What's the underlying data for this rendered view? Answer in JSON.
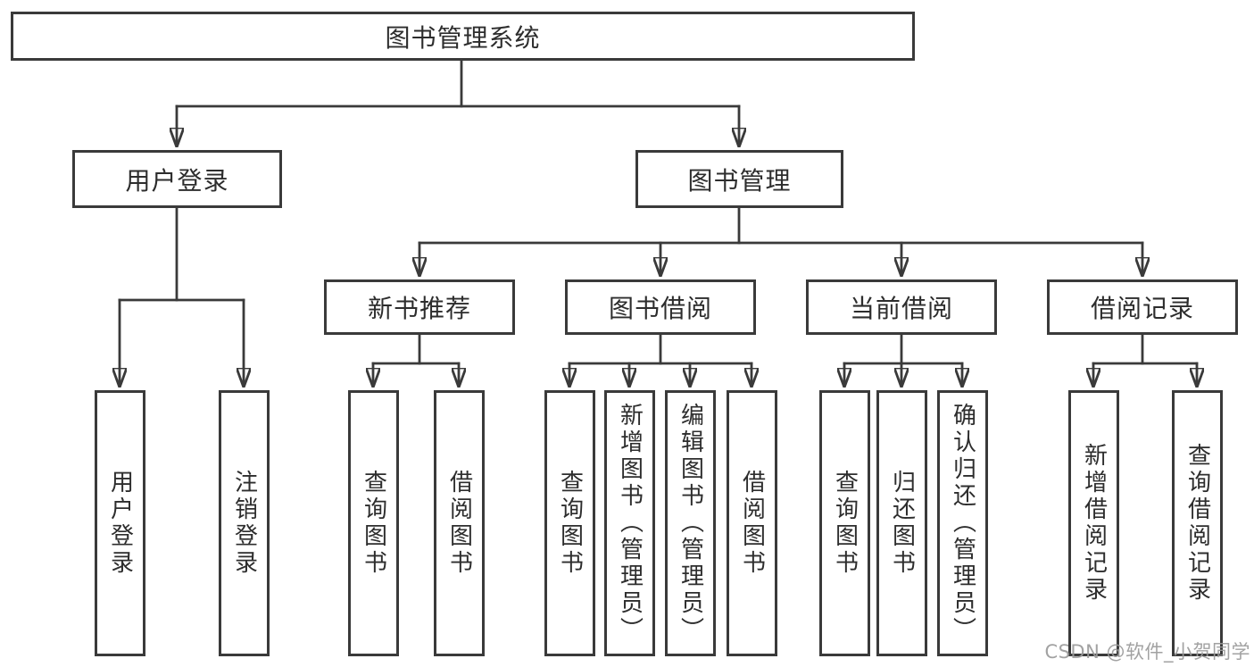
{
  "diagram": {
    "root": "图书管理系统",
    "level2": {
      "user_login": "用户登录",
      "book_mgmt": "图书管理"
    },
    "level3": {
      "new_books": "新书推荐",
      "borrowing": "图书借阅",
      "current": "当前借阅",
      "records": "借阅记录"
    },
    "leaves": {
      "user_login": [
        "用户登录",
        "注销登录"
      ],
      "new_books": [
        "查询图书",
        "借阅图书"
      ],
      "borrowing": [
        "查询图书",
        "新增图书（管理员）",
        "编辑图书（管理员）",
        "借阅图书"
      ],
      "current": [
        "查询图书",
        "归还图书",
        "确认归还（管理员）"
      ],
      "records": [
        "新增借阅记录",
        "查询借阅记录"
      ]
    }
  },
  "watermark": {
    "text": "CSDN @软件_小贺同学"
  },
  "colors": {
    "line": "#3a3a3a",
    "box_border": "#3a3a3a",
    "text": "#2d2d2d",
    "watermark": "#9b9b9b",
    "background": "#ffffff"
  }
}
